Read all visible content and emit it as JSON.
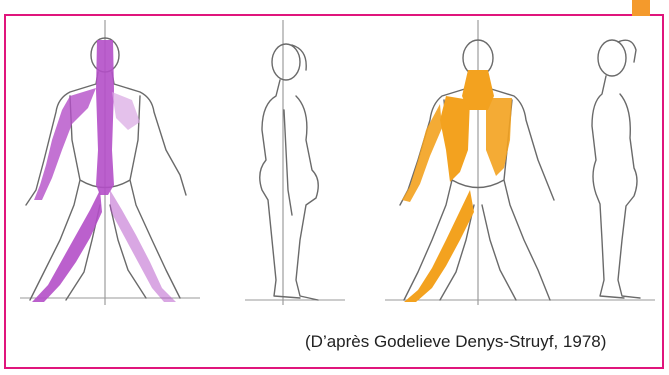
{
  "caption": "(D’après Godelieve Denys-Struyf, 1978)",
  "colors": {
    "frame": "#e0157c",
    "corner_tab": "#f49a2c",
    "chain_purple": "#b44fc8",
    "chain_orange": "#f3a21f"
  },
  "figures": [
    {
      "id": "figure-back-purple",
      "view": "back",
      "chain_color": "purple"
    },
    {
      "id": "figure-side-left",
      "view": "side",
      "chain_color": "none"
    },
    {
      "id": "figure-front-orange",
      "view": "front",
      "chain_color": "orange"
    },
    {
      "id": "figure-side-right",
      "view": "side",
      "chain_color": "none"
    }
  ]
}
